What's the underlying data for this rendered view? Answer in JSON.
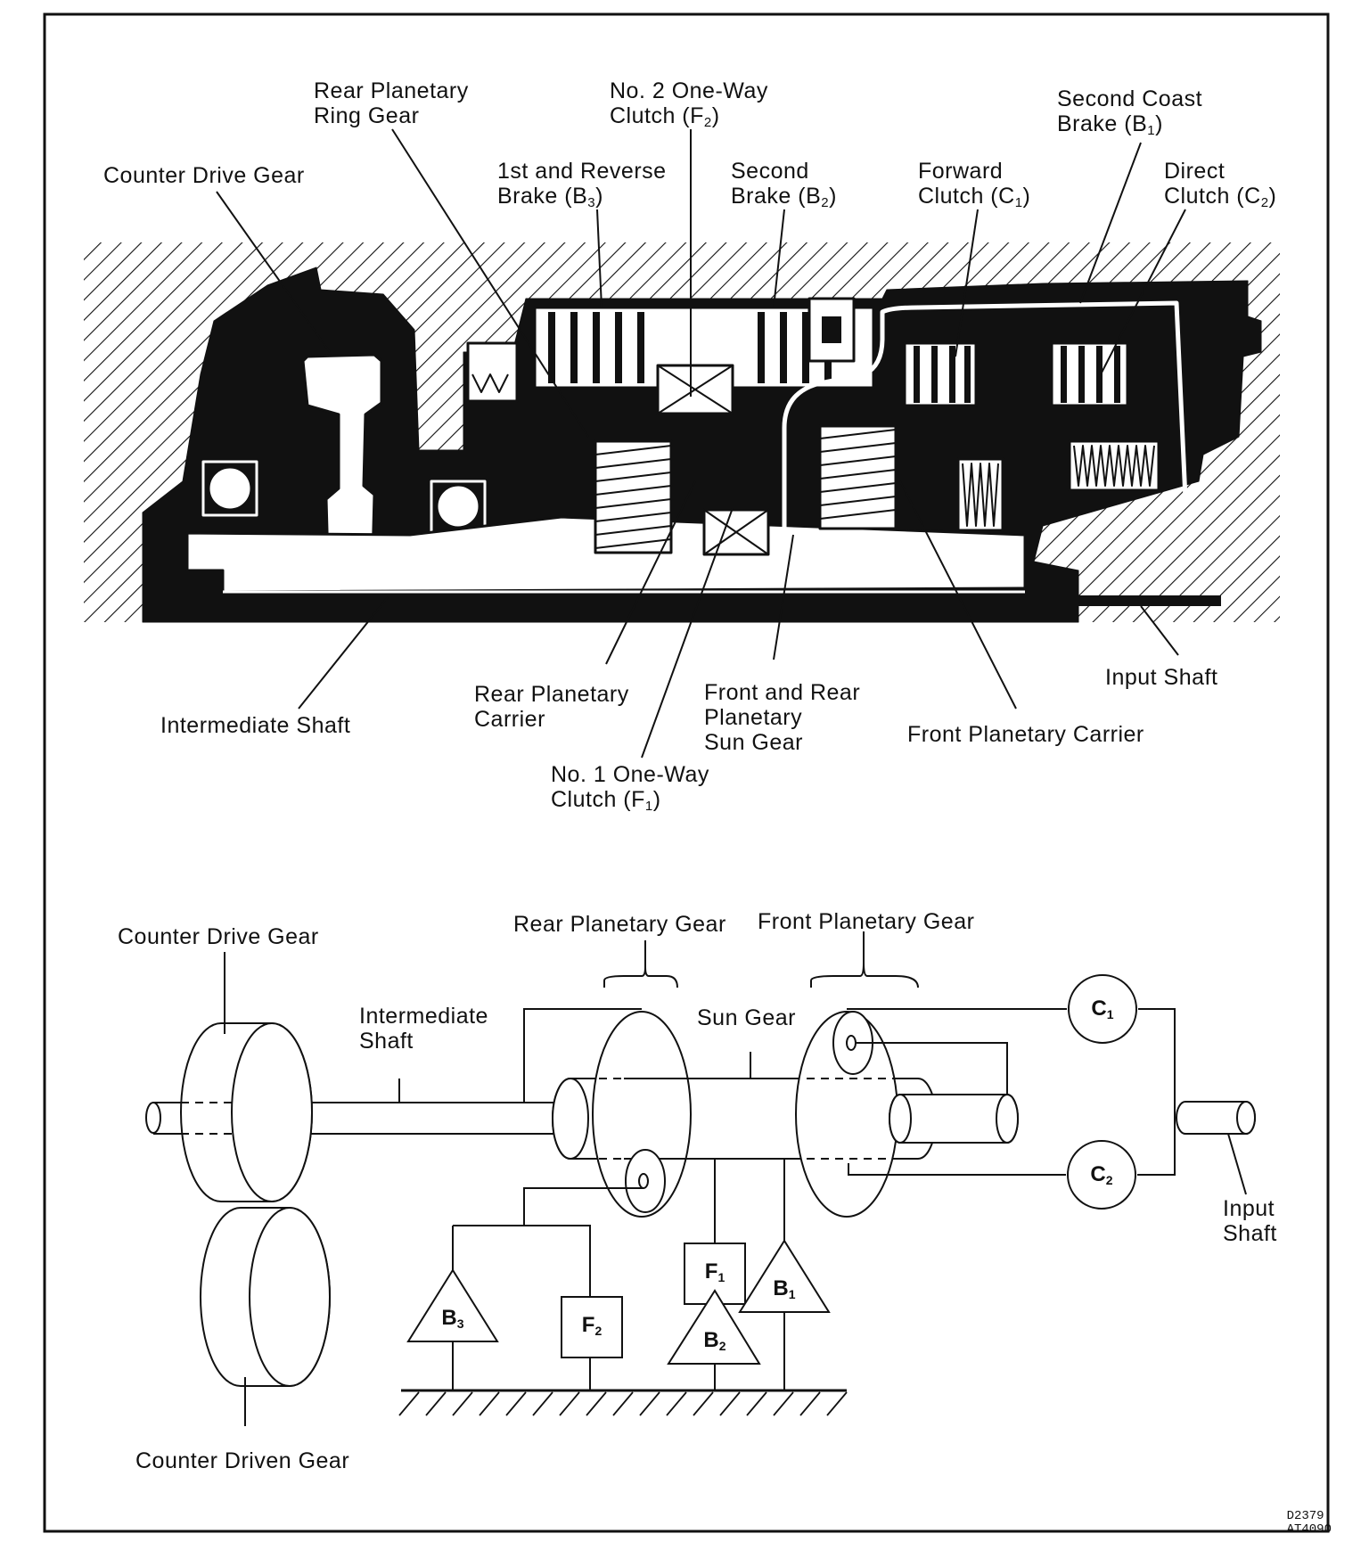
{
  "section_view": {
    "labels": {
      "rear_ring_gear": [
        "Rear Planetary",
        "Ring Gear"
      ],
      "no2_one_way": [
        "No. 2 One-Way",
        "Clutch (F",
        "2",
        ")"
      ],
      "second_coast": [
        "Second Coast",
        "Brake (B",
        "1",
        ")"
      ],
      "counter_drive": "Counter Drive Gear",
      "first_reverse": [
        "1st and Reverse",
        "Brake (B",
        "3",
        ")"
      ],
      "second_brake": [
        "Second",
        "Brake (B",
        "2",
        ")"
      ],
      "forward_clutch": [
        "Forward",
        "Clutch (C",
        "1",
        ")"
      ],
      "direct_clutch": [
        "Direct",
        "Clutch (C",
        "2",
        ")"
      ],
      "intermediate_shaft": "Intermediate Shaft",
      "rear_carrier": [
        "Rear Planetary",
        "Carrier"
      ],
      "sun_gear": [
        "Front and Rear",
        "Planetary",
        "Sun Gear"
      ],
      "input_shaft": "Input Shaft",
      "front_carrier": "Front Planetary Carrier",
      "no1_one_way": [
        "No. 1 One-Way",
        "Clutch (F",
        "1",
        ")"
      ]
    }
  },
  "schematic": {
    "labels": {
      "counter_drive": "Counter Drive Gear",
      "rear_planetary": "Rear Planetary Gear",
      "front_planetary": "Front Planetary Gear",
      "intermediate_shaft": [
        "Intermediate",
        "Shaft"
      ],
      "sun_gear": "Sun Gear",
      "input_shaft": [
        "Input",
        "Shaft"
      ],
      "counter_driven": "Counter Driven Gear"
    },
    "symbols": {
      "c1": [
        "C",
        "1"
      ],
      "c2": [
        "C",
        "2"
      ],
      "f1": [
        "F",
        "1"
      ],
      "f2": [
        "F",
        "2"
      ],
      "b1": [
        "B",
        "1"
      ],
      "b2": [
        "B",
        "2"
      ],
      "b3": [
        "B",
        "3"
      ]
    }
  },
  "figure_code": [
    "D2379",
    "AT4090"
  ]
}
